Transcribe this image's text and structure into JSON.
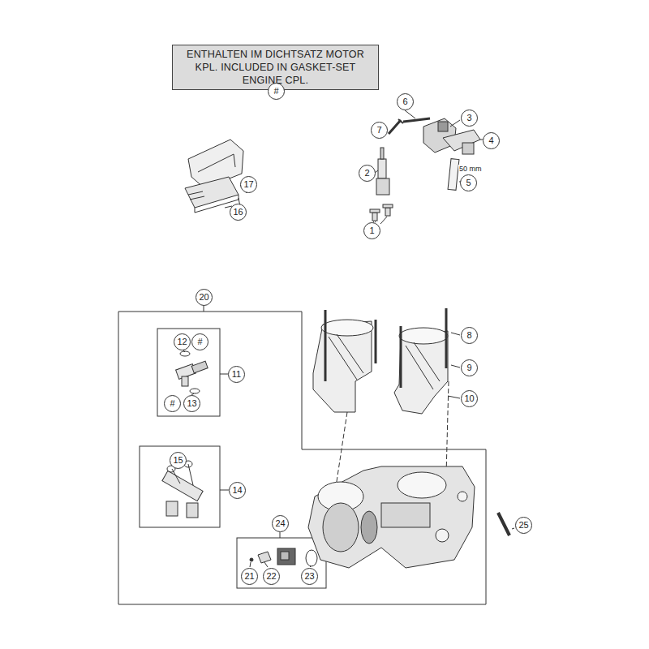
{
  "diagram": {
    "nodes": [
      {
        "text": [
          "ENTHALTEN IM DICHTSATZ MOTOR KPL. INCLUDED IN GASKET-SET ENGINE CPL."
        ]
      }
    ],
    "labels": [
      "#",
      "6",
      "3",
      "7",
      "4",
      "2",
      "5",
      "50 mm",
      "1",
      "17",
      "16",
      "20",
      "12",
      "#",
      "11",
      "#",
      "13",
      "8",
      "9",
      "10",
      "15",
      "14",
      "24",
      "25",
      "21",
      "22",
      "23"
    ]
  }
}
